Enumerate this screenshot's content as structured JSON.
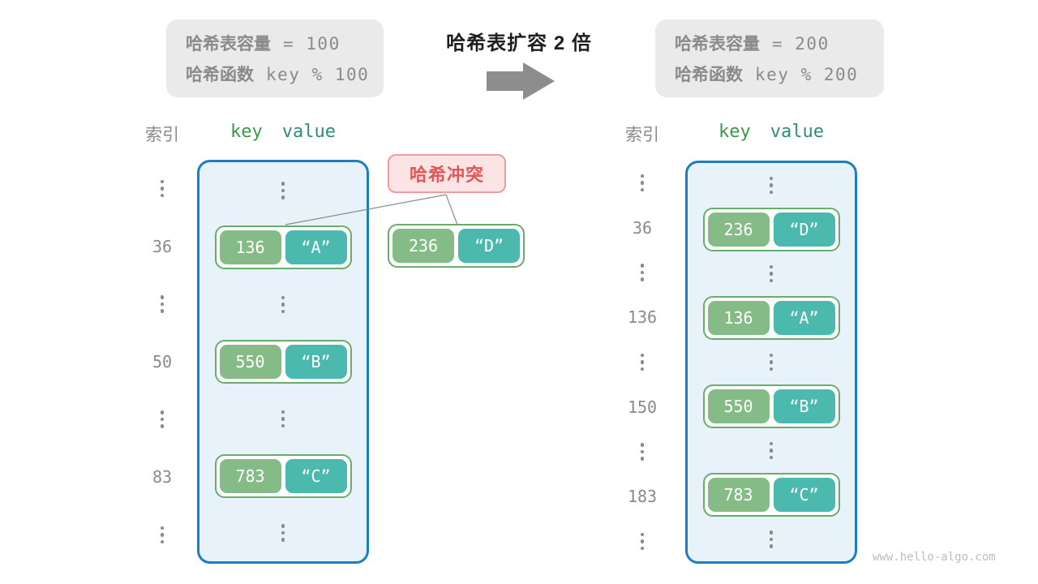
{
  "header": {
    "title": "哈希表扩容 2 倍",
    "arrow_icon": "right-arrow",
    "before_box": {
      "line1_label": "哈希表容量",
      "line1_value": "= 100",
      "line2_label": "哈希函数",
      "line2_value": "key % 100"
    },
    "after_box": {
      "line1_label": "哈希表容量",
      "line1_value": "= 200",
      "line2_label": "哈希函数",
      "line2_value": "key % 200"
    }
  },
  "collision_label": "哈希冲突",
  "floating_pair": {
    "key": "236",
    "value": "“D”"
  },
  "left_table": {
    "index_header": "索引",
    "key_header": "key",
    "value_header": "value",
    "rows": [
      {
        "type": "dots"
      },
      {
        "type": "pair",
        "index": "36",
        "key": "136",
        "value": "“A”"
      },
      {
        "type": "dots"
      },
      {
        "type": "pair",
        "index": "50",
        "key": "550",
        "value": "“B”"
      },
      {
        "type": "dots"
      },
      {
        "type": "pair",
        "index": "83",
        "key": "783",
        "value": "“C”"
      },
      {
        "type": "dots"
      }
    ]
  },
  "right_table": {
    "index_header": "索引",
    "key_header": "key",
    "value_header": "value",
    "rows": [
      {
        "type": "dots"
      },
      {
        "type": "pair",
        "index": "36",
        "key": "236",
        "value": "“D”"
      },
      {
        "type": "dots"
      },
      {
        "type": "pair",
        "index": "136",
        "key": "136",
        "value": "“A”"
      },
      {
        "type": "dots"
      },
      {
        "type": "pair",
        "index": "150",
        "key": "550",
        "value": "“B”"
      },
      {
        "type": "dots"
      },
      {
        "type": "pair",
        "index": "183",
        "key": "783",
        "value": "“C”"
      },
      {
        "type": "dots"
      }
    ]
  },
  "watermark": "www.hello-algo.com",
  "colors": {
    "key_pill": "#85BB87",
    "value_pill": "#4CB9AE",
    "pair_border": "#69AD6B",
    "table_fill": "#E8F2FA",
    "table_border": "#1E7DC0",
    "gray_box_fill": "#EAEAEA",
    "gray_text": "#8A8A8A",
    "key_header_text": "#3E9749",
    "value_header_text": "#2F8C7D",
    "collision_fill": "#FCE4E4",
    "collision_border": "#F09C9C",
    "collision_text": "#E25555",
    "arrow": "#8D8D8D",
    "connector_line": "#8A8A8A",
    "watermark_text": "#BDBDBD"
  }
}
